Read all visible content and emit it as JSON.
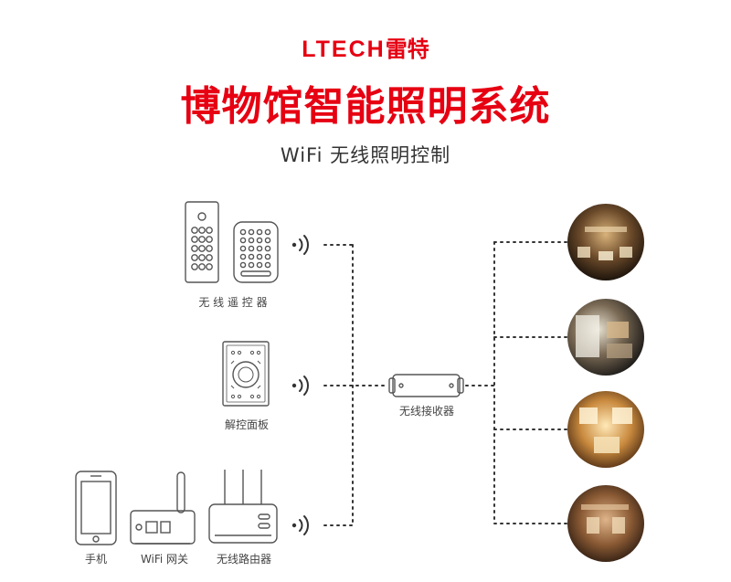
{
  "header": {
    "brand_latin": "LTECH",
    "brand_cjk": "雷特",
    "title": "博物馆智能照明系统",
    "subtitle": "WiFi 无线照明控制"
  },
  "colors": {
    "brand_red": "#e60012",
    "device_stroke": "#555555",
    "line": "#333333"
  },
  "nodes": {
    "remote": {
      "label": "无 线 遥 控 器"
    },
    "panel": {
      "label": "解控面板"
    },
    "phone": {
      "label": "手机"
    },
    "wifi_gateway": {
      "label": "WiFi 网关"
    },
    "router": {
      "label": "无线路由器"
    },
    "receiver": {
      "label": "无线接收器"
    }
  },
  "scenes": [
    {
      "icon": "museum-hall-photo"
    },
    {
      "icon": "museum-display-case-photo"
    },
    {
      "icon": "museum-exhibit-photo"
    },
    {
      "icon": "museum-gallery-photo"
    }
  ]
}
